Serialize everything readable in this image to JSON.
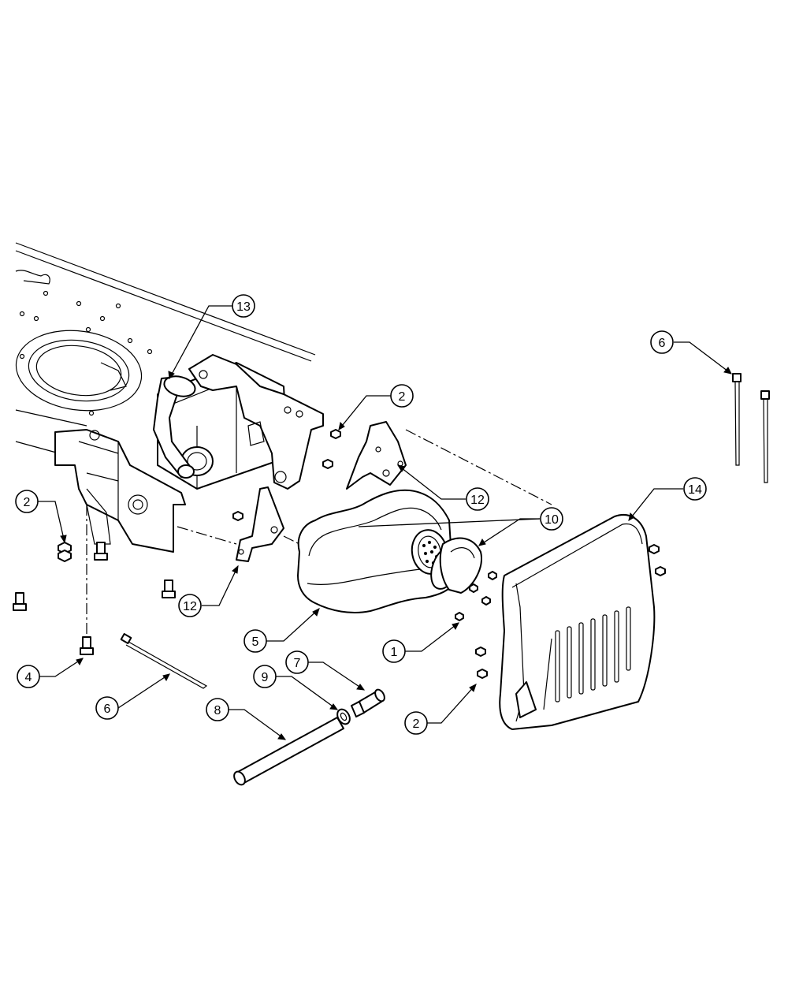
{
  "diagram": {
    "callouts": [
      {
        "id": "c13",
        "label": "13"
      },
      {
        "id": "c2a",
        "label": "2"
      },
      {
        "id": "c2b",
        "label": "2"
      },
      {
        "id": "c2c",
        "label": "2"
      },
      {
        "id": "c6a",
        "label": "6"
      },
      {
        "id": "c6b",
        "label": "6"
      },
      {
        "id": "c12a",
        "label": "12"
      },
      {
        "id": "c12b",
        "label": "12"
      },
      {
        "id": "c10",
        "label": "10"
      },
      {
        "id": "c14",
        "label": "14"
      },
      {
        "id": "c5",
        "label": "5"
      },
      {
        "id": "c1",
        "label": "1"
      },
      {
        "id": "c4",
        "label": "4"
      },
      {
        "id": "c7",
        "label": "7"
      },
      {
        "id": "c9",
        "label": "9"
      },
      {
        "id": "c8",
        "label": "8"
      }
    ]
  }
}
